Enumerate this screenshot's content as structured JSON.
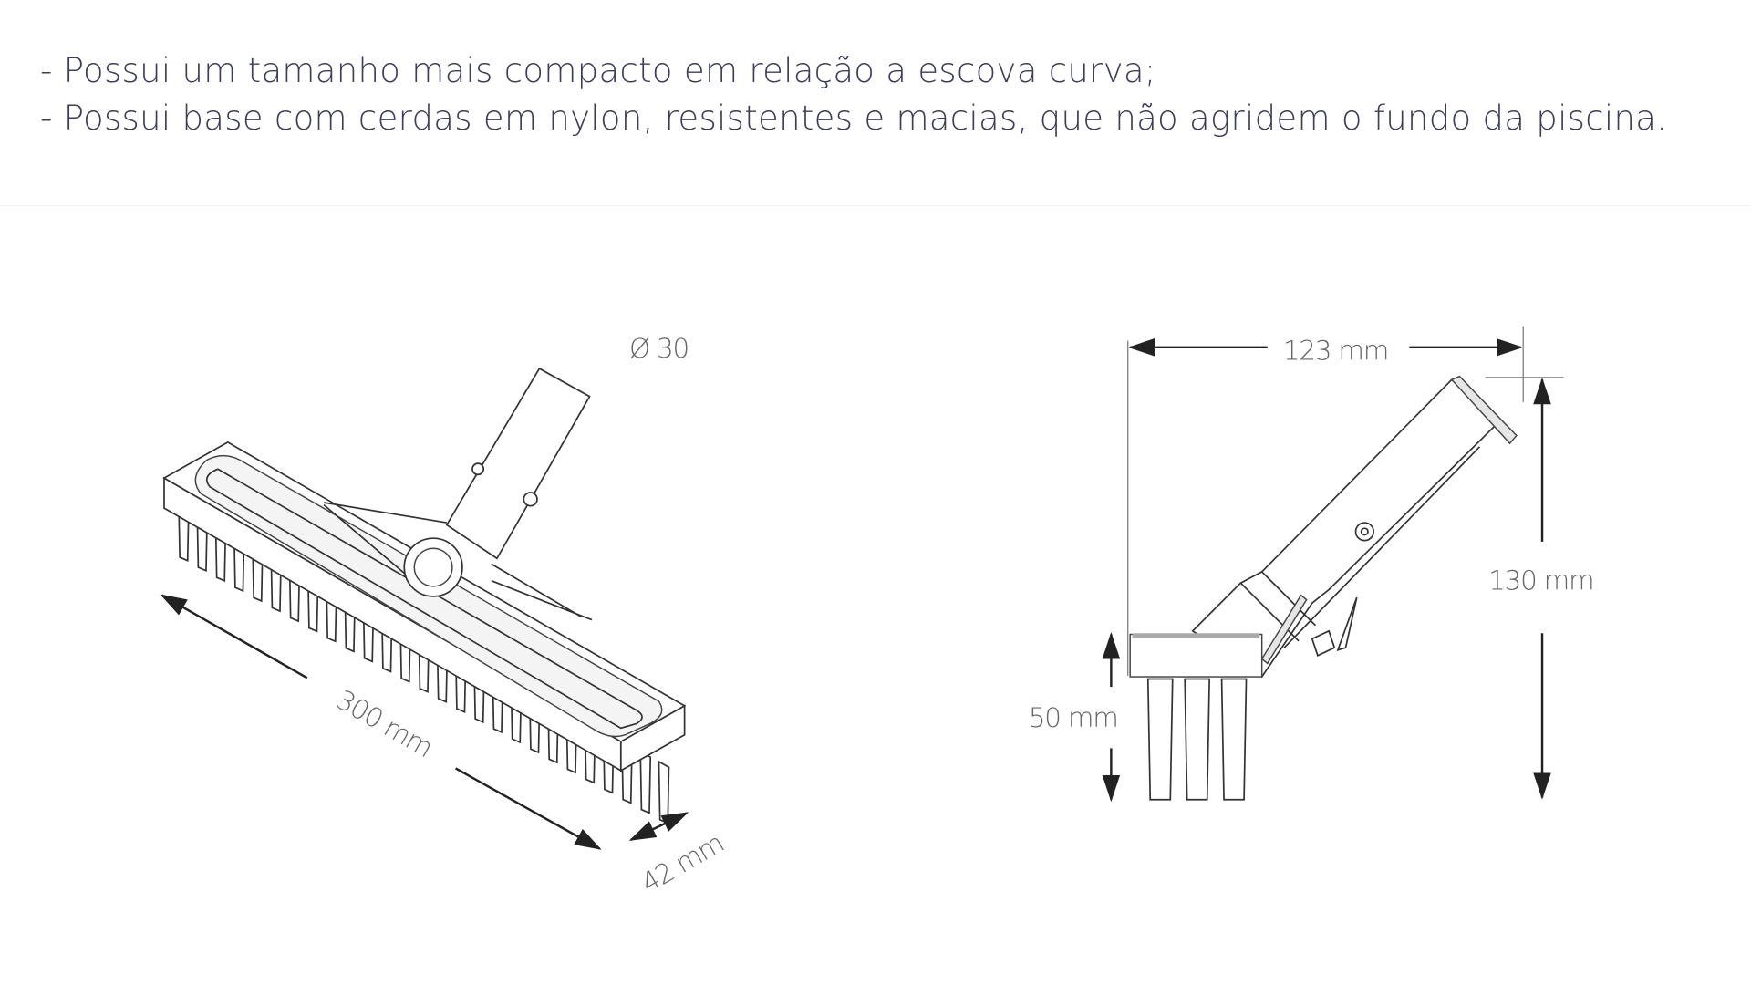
{
  "features": [
    "- Possui um tamanho mais compacto em relação a escova curva;",
    "- Possui base com cerdas em nylon, resistentes e macias, que não agridem o fundo da piscina."
  ],
  "drawing_iso": {
    "diameter_label": "Ø 30",
    "length_label": "300 mm",
    "width_label": "42 mm"
  },
  "drawing_side": {
    "width_label": "123 mm",
    "height_label": "130 mm",
    "bristle_label": "50 mm"
  }
}
